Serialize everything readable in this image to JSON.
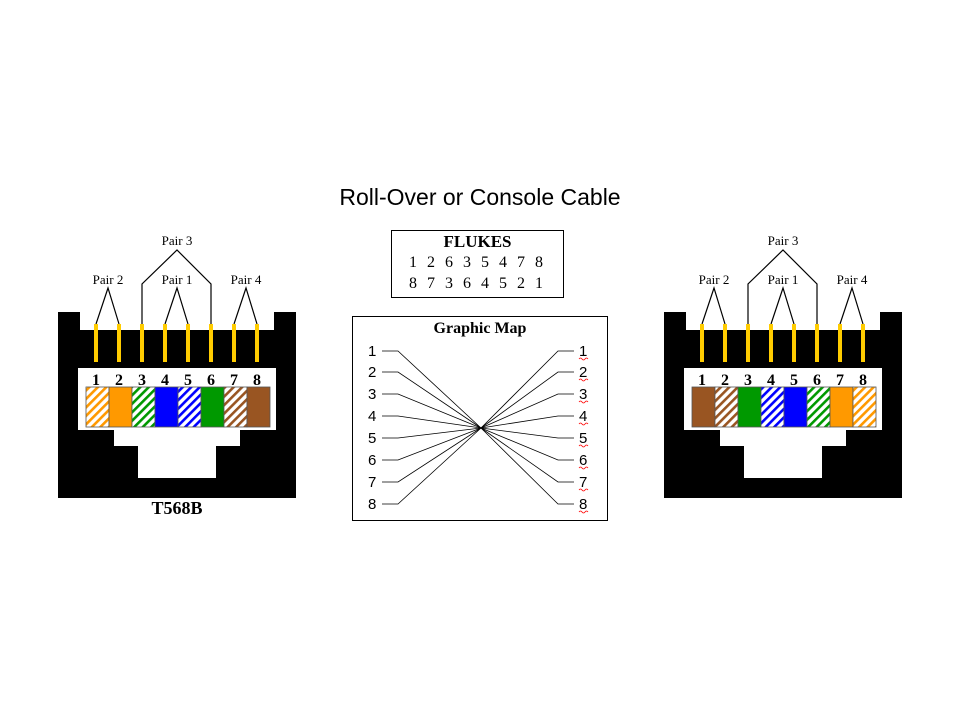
{
  "title": "Roll-Over or Console Cable",
  "flukes": {
    "title": "FLUKES",
    "row1": "1 2 6 3 5 4 7 8",
    "row2": "8 7 3 6 4 5 2 1"
  },
  "graphic_map": {
    "title": "Graphic Map",
    "left_pins": [
      "1",
      "2",
      "3",
      "4",
      "5",
      "6",
      "7",
      "8"
    ],
    "right_pins": [
      "1",
      "2",
      "3",
      "4",
      "5",
      "6",
      "7",
      "8"
    ]
  },
  "left_connector": {
    "standard": "T568B",
    "pairs": [
      "Pair 3",
      "Pair 2",
      "Pair 1",
      "Pair 4"
    ],
    "pins": [
      "1",
      "2",
      "3",
      "4",
      "5",
      "6",
      "7",
      "8"
    ],
    "wires": [
      {
        "color": "#ff9900",
        "striped": true
      },
      {
        "color": "#ff9900",
        "striped": false
      },
      {
        "color": "#009900",
        "striped": true
      },
      {
        "color": "#0000ff",
        "striped": false
      },
      {
        "color": "#0000ff",
        "striped": true
      },
      {
        "color": "#009900",
        "striped": false
      },
      {
        "color": "#995522",
        "striped": true
      },
      {
        "color": "#995522",
        "striped": false
      }
    ]
  },
  "right_connector": {
    "pairs": [
      "Pair 3",
      "Pair 2",
      "Pair 1",
      "Pair 4"
    ],
    "pins": [
      "1",
      "2",
      "3",
      "4",
      "5",
      "6",
      "7",
      "8"
    ],
    "wires": [
      {
        "color": "#995522",
        "striped": false
      },
      {
        "color": "#995522",
        "striped": true
      },
      {
        "color": "#009900",
        "striped": false
      },
      {
        "color": "#0000ff",
        "striped": true
      },
      {
        "color": "#0000ff",
        "striped": false
      },
      {
        "color": "#009900",
        "striped": true
      },
      {
        "color": "#ff9900",
        "striped": false
      },
      {
        "color": "#ff9900",
        "striped": true
      }
    ]
  },
  "colors": {
    "connector_body": "#000000",
    "gold_pin": "#ffcc00",
    "spellcheck_underline": "#ff0000"
  }
}
